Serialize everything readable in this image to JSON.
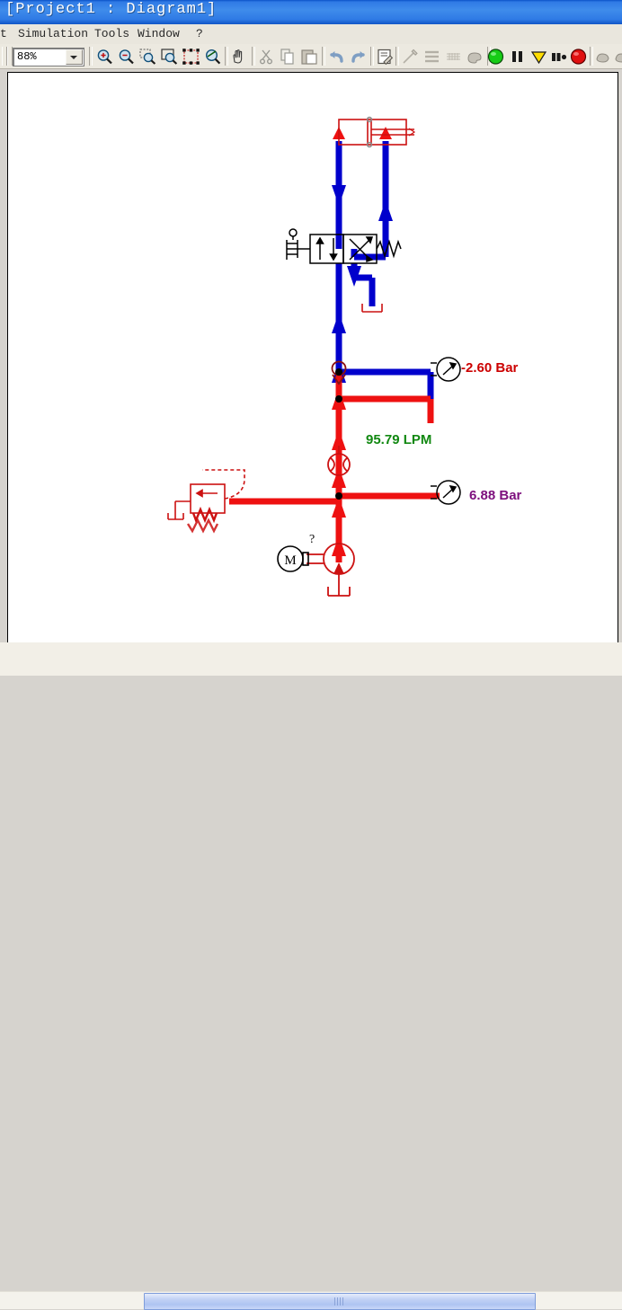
{
  "window": {
    "title": "[Project1 : Diagram1]"
  },
  "menu": {
    "items": [
      {
        "label": "t"
      },
      {
        "label": "Simulation"
      },
      {
        "label": "Tools"
      },
      {
        "label": "Window"
      },
      {
        "label": "?"
      }
    ]
  },
  "toolbar": {
    "zoom_value": "88%",
    "buttons": [
      {
        "name": "zoom-in-icon",
        "title": "Zoom In"
      },
      {
        "name": "zoom-out-icon",
        "title": "Zoom Out"
      },
      {
        "name": "zoom-selection-icon",
        "title": "Zoom Selection"
      },
      {
        "name": "zoom-window-icon",
        "title": "Zoom Window"
      },
      {
        "name": "zoom-fit-icon",
        "title": "Zoom Fit"
      },
      {
        "name": "zoom-previous-icon",
        "title": "Previous Zoom"
      },
      {
        "name": "pan-hand-icon",
        "title": "Pan"
      },
      {
        "name": "cut-icon",
        "title": "Cut"
      },
      {
        "name": "copy-icon",
        "title": "Copy"
      },
      {
        "name": "paste-icon",
        "title": "Paste"
      },
      {
        "name": "undo-icon",
        "title": "Undo"
      },
      {
        "name": "redo-icon",
        "title": "Redo"
      },
      {
        "name": "properties-icon",
        "title": "Properties"
      },
      {
        "name": "draw-line-icon",
        "title": "Draw Line"
      },
      {
        "name": "layers-icon",
        "title": "Layers"
      },
      {
        "name": "grid-icon",
        "title": "Grid"
      },
      {
        "name": "paint-icon",
        "title": "Paint"
      },
      {
        "name": "simulation-run-icon",
        "title": "Run Simulation"
      },
      {
        "name": "simulation-pause-icon",
        "title": "Pause Simulation"
      },
      {
        "name": "simulation-slowmotion-icon",
        "title": "Slow Motion"
      },
      {
        "name": "simulation-step-icon",
        "title": "Step"
      },
      {
        "name": "simulation-stop-icon",
        "title": "Stop Simulation"
      },
      {
        "name": "component-library-icon",
        "title": "Component Library"
      },
      {
        "name": "more-icon",
        "title": "More"
      }
    ]
  },
  "colors": {
    "pressure_line": "#ee1111",
    "return_line": "#1111dd",
    "component_red": "#cc1111",
    "component_blue": "#0000cc",
    "reading_pressure_1": "#cc0000",
    "reading_flow": "#118811",
    "reading_pressure_2": "#7d0f7d",
    "title_bar": "#2f7ae5"
  },
  "diagram": {
    "name": "hydraulic-circuit",
    "readings": [
      {
        "name": "pressure-gauge-reading-upper",
        "value": "-2.60 Bar"
      },
      {
        "name": "flow-meter-reading",
        "value": "95.79 LPM"
      },
      {
        "name": "pressure-gauge-reading-lower",
        "value": "6.88 Bar"
      }
    ],
    "pump_label": "?",
    "motor_label": "M",
    "components": [
      {
        "name": "double-acting-cylinder"
      },
      {
        "name": "directional-control-valve-4-2"
      },
      {
        "name": "check-valve"
      },
      {
        "name": "flow-meter"
      },
      {
        "name": "pressure-relief-valve"
      },
      {
        "name": "hydraulic-pump"
      },
      {
        "name": "electric-motor"
      },
      {
        "name": "pressure-gauge-upper"
      },
      {
        "name": "pressure-gauge-lower"
      },
      {
        "name": "reservoir-tank-valve"
      },
      {
        "name": "reservoir-tank-relief"
      },
      {
        "name": "reservoir-tank-pump"
      }
    ]
  },
  "scrollbar": {
    "name": "horizontal-scrollbar"
  }
}
